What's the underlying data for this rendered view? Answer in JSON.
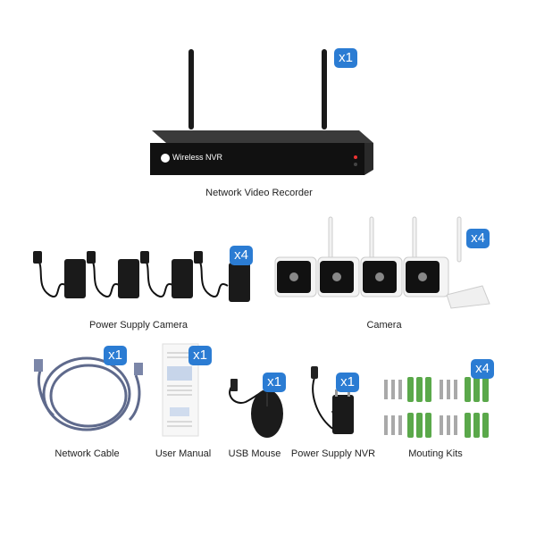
{
  "nvr": {
    "brand_text": "Wireless NVR",
    "caption": "Network Video Recorder",
    "qty": "x1"
  },
  "power_camera": {
    "caption": "Power Supply Camera",
    "qty": "x4"
  },
  "camera": {
    "caption": "Camera",
    "qty": "x4"
  },
  "cable": {
    "caption": "Network Cable",
    "qty": "x1"
  },
  "manual": {
    "caption": "User Manual",
    "qty": "x1"
  },
  "mouse": {
    "caption": "USB Mouse",
    "qty": "x1"
  },
  "power_nvr": {
    "caption": "Power Supply NVR",
    "qty": "x1"
  },
  "kits": {
    "caption": "Mouting Kits",
    "qty": "x4"
  },
  "colors": {
    "badge": "#2b7cd3",
    "device": "#1c1c1c",
    "anchor": "#5aa84a",
    "camera": "#f4f4f4"
  }
}
